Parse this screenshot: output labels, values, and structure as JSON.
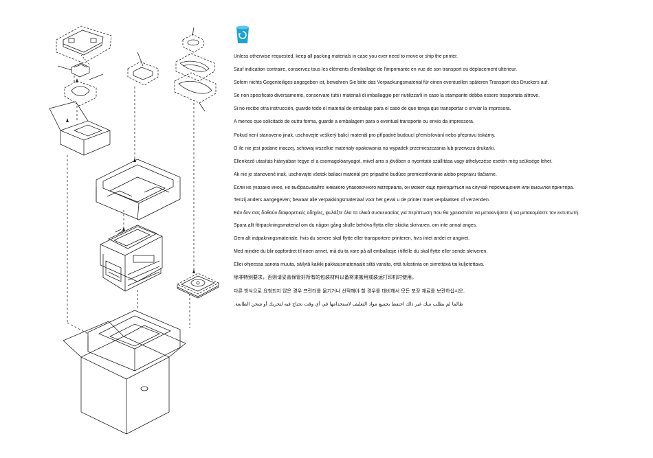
{
  "icon": {
    "name": "recycle-bin-icon",
    "color": "#1aa3d6"
  },
  "lines": [
    "Unless otherwise requested, keep all packing materials in case you ever need to move or ship the printer.",
    "Sauf indication contraire, conservez tous les éléments d'emballage de l'imprimante en vue de son transport ou déplacement ultérieur.",
    "Sofern nichts Gegenteiliges angegeben ist, bewahren Sie bitte das Verpackungsmaterial für einen eventuellen späteren Transport des Druckers auf.",
    "Se non specificato diversamente, conservare tutti i materiali di imballaggio per riutilizzarli in caso la stampante debba essere trasportata altrove.",
    "Si no recibe otra instrucción, guarde todo el material de embalaje para el caso de que tenga que transportar o enviar la impresora.",
    "A menos que solicitado de outra forma, guarde a embalagem para o eventual transporte ou envio da impressora.",
    "Pokud není stanoveno jinak, uschovejte veškerý balicí materiál pro případné budoucí přemísťování nebo přepravu tiskárny.",
    "O ile nie jest podane inaczej, schowaj wszelkie materiały opakowania na wypadek przemieszczania lub przewozu drukarki.",
    "Ellenkező utasítás hiányában tegye el a csomagolóanyagot, mivel arra a jövőben a nyomtató szállítása vagy áthelyezése esetén még szüksége lehet.",
    "Ak nie je stanovené inak, uschovajte všetok baliaci materiál pre prípadné budúce premiestňovanie alebo prepravu tlačiarne.",
    "Если не указано иное, не выбрасывайте никакого упаковочного материала, он может еще пригодиться на случай перемещения или высылки принтера.",
    "Tenzij anders aangegeven; bewaar alle verpakkingsmateriaal voor het geval u de printer moet verplaatsen of verzenden.",
    "Εάν δεν σας δοθούν διαφορετικές οδηγίες, φυλάξτε όλα τα υλικά συσκευασίας για περίπτωση που θα χρειαστείτε να μετακινήσετε ή να μετακομίσετε τον εκτυπωτή.",
    "Spara allt förpackningsmaterial om du någon gång skulle behöva flytta eller skicka skrivaren, om inte annat anges.",
    "Gem alt indpakningsmateriale, hvis du senere skal flytte eller transportere printeren, hvis intet andet er angivet.",
    "Med mindre du blir oppfordret til noen annet, må du ta vare på all emballasje i tilfelle du skal flytte eller sende skriveren.",
    "Ellei ohjeessa sanota muuta, säilytä kaikki pakkausmateriaalit siltä varalta, että tulostinta on siirrettävä tai kuljetettava.",
    "除非特别要求，否则请妥善保管好所有的包装材料以备将来搬用或装运打印机时使用。",
    "다른 방식으로 요청되지 않은 경우 프린터를 옮기거나 선적해야 할 경우를 대비해서 모든 포장 재료를 보관하십시오.",
    "طالما لم يطلب منك غير ذلك احتفظ بجميع مواد التغليف لاستخدامها في أي وقت تحتاج فيه لتحريك أو شحن الطابعة."
  ]
}
